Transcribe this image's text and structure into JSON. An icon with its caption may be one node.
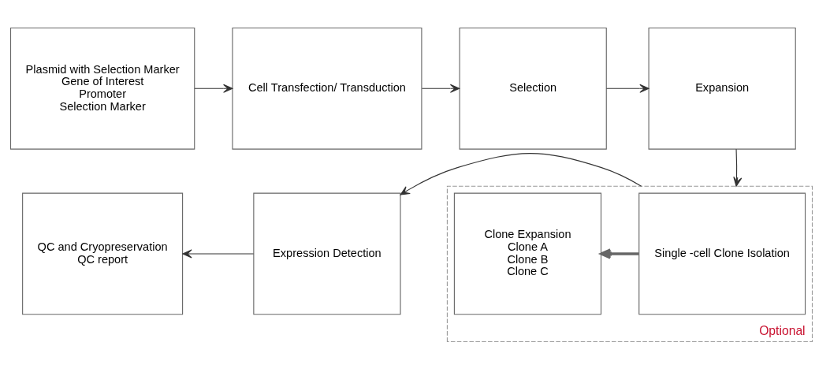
{
  "diagram": {
    "nodes": [
      {
        "text": [
          "Plasmid with Selection Marker",
          "Gene of Interest",
          "Promoter",
          "Selection Marker"
        ]
      },
      {
        "text": [
          "Cell Transfection/ Transduction"
        ]
      },
      {
        "text": [
          "Selection"
        ]
      },
      {
        "text": [
          "Expansion"
        ]
      },
      {
        "text": [
          "Optional"
        ]
      },
      {
        "text": [
          "Single -cell Clone Isolation"
        ],
        "in": 4
      },
      {
        "text": [
          "Clone Expansion",
          "Clone A",
          "Clone B",
          "Clone C"
        ],
        "in": 4
      },
      {
        "text": [
          "Expression Detection"
        ]
      },
      {
        "text": [
          "QC and Cryopreservation",
          "QC report"
        ]
      }
    ],
    "edges": [
      {
        "from": 0,
        "to": 1,
        "arrow": "to"
      },
      {
        "from": 1,
        "to": 2,
        "arrow": "to"
      },
      {
        "from": 2,
        "to": 3,
        "arrow": "to"
      },
      {
        "from": 3,
        "to": 4,
        "arrow": "to"
      },
      {
        "from": 5,
        "to": 6,
        "arrow": "to",
        "style": "thick",
        "color": "#666666"
      },
      {
        "from": 4,
        "to": 7,
        "arrow": "to"
      },
      {
        "from": 7,
        "to": 8,
        "arrow": "to"
      }
    ]
  }
}
